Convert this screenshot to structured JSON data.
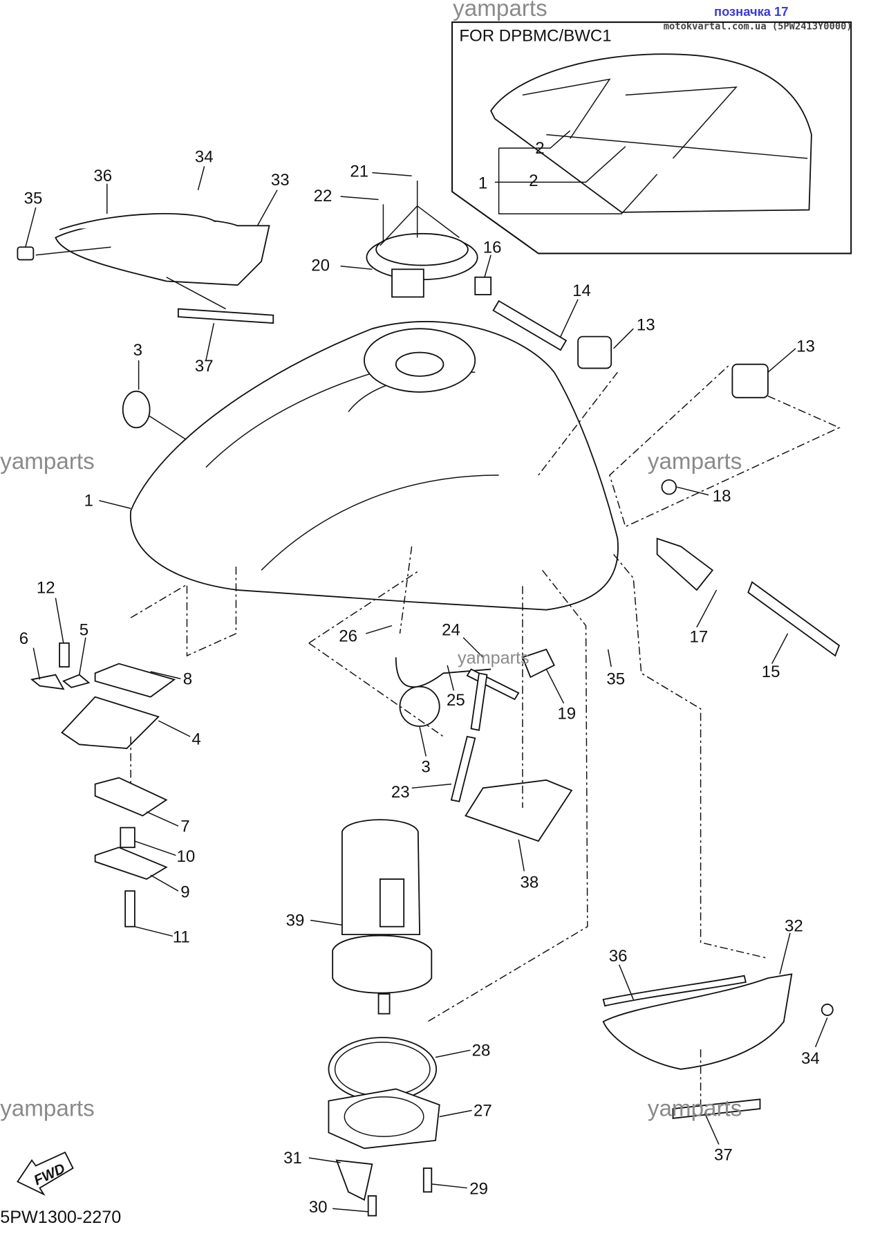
{
  "header": {
    "label": "позначка 17",
    "site": "motokvartal.com.ua (5PW2413Y0000)"
  },
  "watermark": "yamparts",
  "inset": {
    "title": "FOR DPBMC/BWC1",
    "callouts": [
      "2",
      "2",
      "1"
    ]
  },
  "callouts": [
    "34",
    "36",
    "33",
    "35",
    "21",
    "22",
    "20",
    "16",
    "14",
    "13",
    "13",
    "3",
    "37",
    "1",
    "18",
    "12",
    "5",
    "6",
    "26",
    "24",
    "8",
    "35",
    "17",
    "15",
    "25",
    "19",
    "4",
    "3",
    "23",
    "7",
    "10",
    "9",
    "38",
    "11",
    "39",
    "32",
    "36",
    "28",
    "34",
    "27",
    "37",
    "31",
    "29",
    "30"
  ],
  "fwd_label": "FWD",
  "diagram_code": "5PW1300-2270"
}
